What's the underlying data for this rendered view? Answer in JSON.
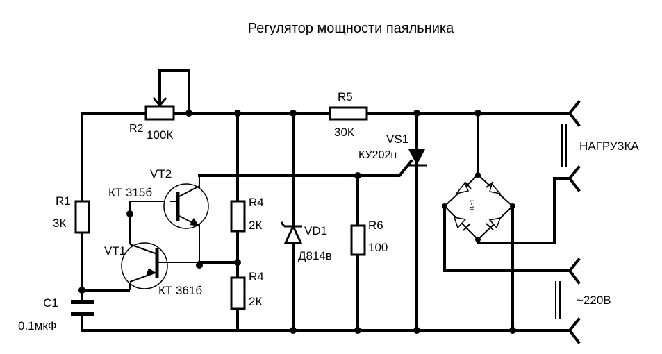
{
  "title": "Регулятор мощности паяльника",
  "components": {
    "r1": {
      "name": "R1",
      "value": "3К"
    },
    "r2": {
      "name": "R2",
      "value": "100К"
    },
    "r4a": {
      "name": "R4",
      "value": "2К"
    },
    "r4b": {
      "name": "R4",
      "value": "2К"
    },
    "r5": {
      "name": "R5",
      "value": "30К"
    },
    "r6": {
      "name": "R6",
      "value": "100"
    },
    "c1": {
      "name": "C1",
      "value": "0.1мкФ"
    },
    "vt1": {
      "name": "VT1",
      "value": "КТ 361б"
    },
    "vt2": {
      "name": "VT2",
      "value": "КТ 315б"
    },
    "vd1": {
      "name": "VD1",
      "value": "Д814в"
    },
    "vs1": {
      "name": "VS1",
      "value": "КУ202н"
    },
    "bridge": {
      "name": "Вл1"
    }
  },
  "terminals": {
    "load": "НАГРУЗКА",
    "mains": "~220В"
  }
}
